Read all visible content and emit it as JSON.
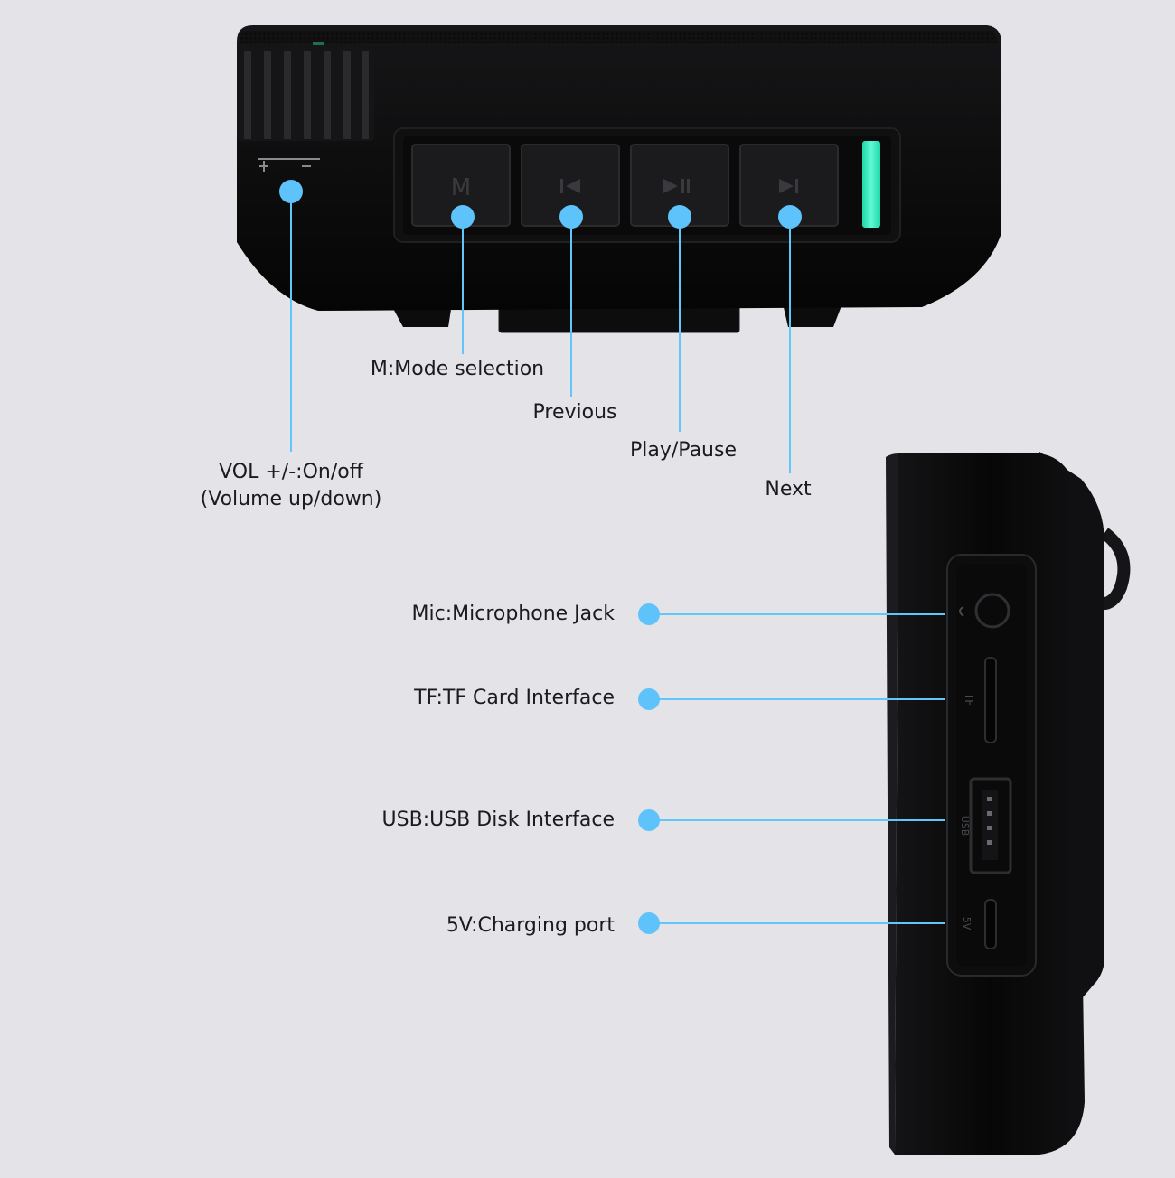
{
  "colors": {
    "background": "#e4e3e8",
    "device_body": "#0b0b0c",
    "button_face": "#1b1b1d",
    "indicator": "#2ef2c2",
    "callout_line": "#62c6fb",
    "callout_dot": "#5ec3fb",
    "label_text": "#1b1b1b"
  },
  "top_panel": {
    "icons": [
      "plus-minus-icon",
      "mode-icon",
      "previous-icon",
      "play-pause-icon",
      "next-icon"
    ],
    "mode_glyph": "M",
    "vol_marks": "+ −"
  },
  "side_panel": {
    "icons": [
      "mic-jack-icon",
      "tf-slot-icon",
      "usb-port-icon",
      "micro-usb-icon"
    ],
    "port_marks": [
      "TF",
      "USB",
      "5V"
    ]
  },
  "callouts": {
    "vol_line1": "VOL +/-:On/off",
    "vol_line2": "(Volume up/down)",
    "mode": "M:Mode selection",
    "previous": "Previous",
    "play_pause": "Play/Pause",
    "next": "Next",
    "mic": "Mic:Microphone Jack",
    "tf": "TF:TF Card Interface",
    "usb": "USB:USB Disk Interface",
    "charging": "5V:Charging port"
  }
}
